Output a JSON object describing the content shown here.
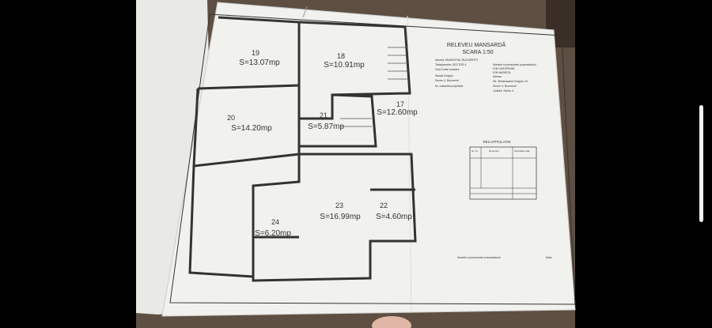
{
  "document": {
    "title": "RELEVEU MANSARDĂ",
    "scale": "SCARA 1:50",
    "owner_info_left": [
      "Adresa: MUNICIPIUL BUCURESTI",
      "Tarla/parcela: SECTOR 4",
      "Cad./Carte funciara",
      "Strada Dragos",
      "Sector 4, Bucuresti",
      "Nr. cadastral proprietar"
    ],
    "owner_info_right": [
      "Numele si prenumele proprietarului",
      "ION GHEORGHE",
      "ION MARIETA",
      "Adresa",
      "Str. Mesteacanul Dragos, Nr.",
      "Sector 4, Bucuresti",
      "Judetul: Sector 4"
    ],
    "recap_title": "RECAPITULATIE",
    "recap_headers": [
      "Nr. crt.",
      "Denumire",
      "Suprafata utila"
    ],
    "footer_left": "Numele si prenumele executantului",
    "footer_right": "Data"
  },
  "rooms": [
    {
      "number": "19",
      "area": "S=13.07mp"
    },
    {
      "number": "18",
      "area": "S=10.91mp"
    },
    {
      "number": "20",
      "area": "S=14.20mp"
    },
    {
      "number": "21",
      "area": "S=5.87mp"
    },
    {
      "number": "17",
      "area": "S=12.60mp"
    },
    {
      "number": "23",
      "area": "S=16.99mp"
    },
    {
      "number": "22",
      "area": "S=4.60mp"
    },
    {
      "number": "24",
      "area": "S=6.20mp"
    }
  ],
  "colors": {
    "paper": "#f1f1ee",
    "ink": "#222222",
    "background": "#6b5a4a",
    "room_number": "#333333"
  }
}
